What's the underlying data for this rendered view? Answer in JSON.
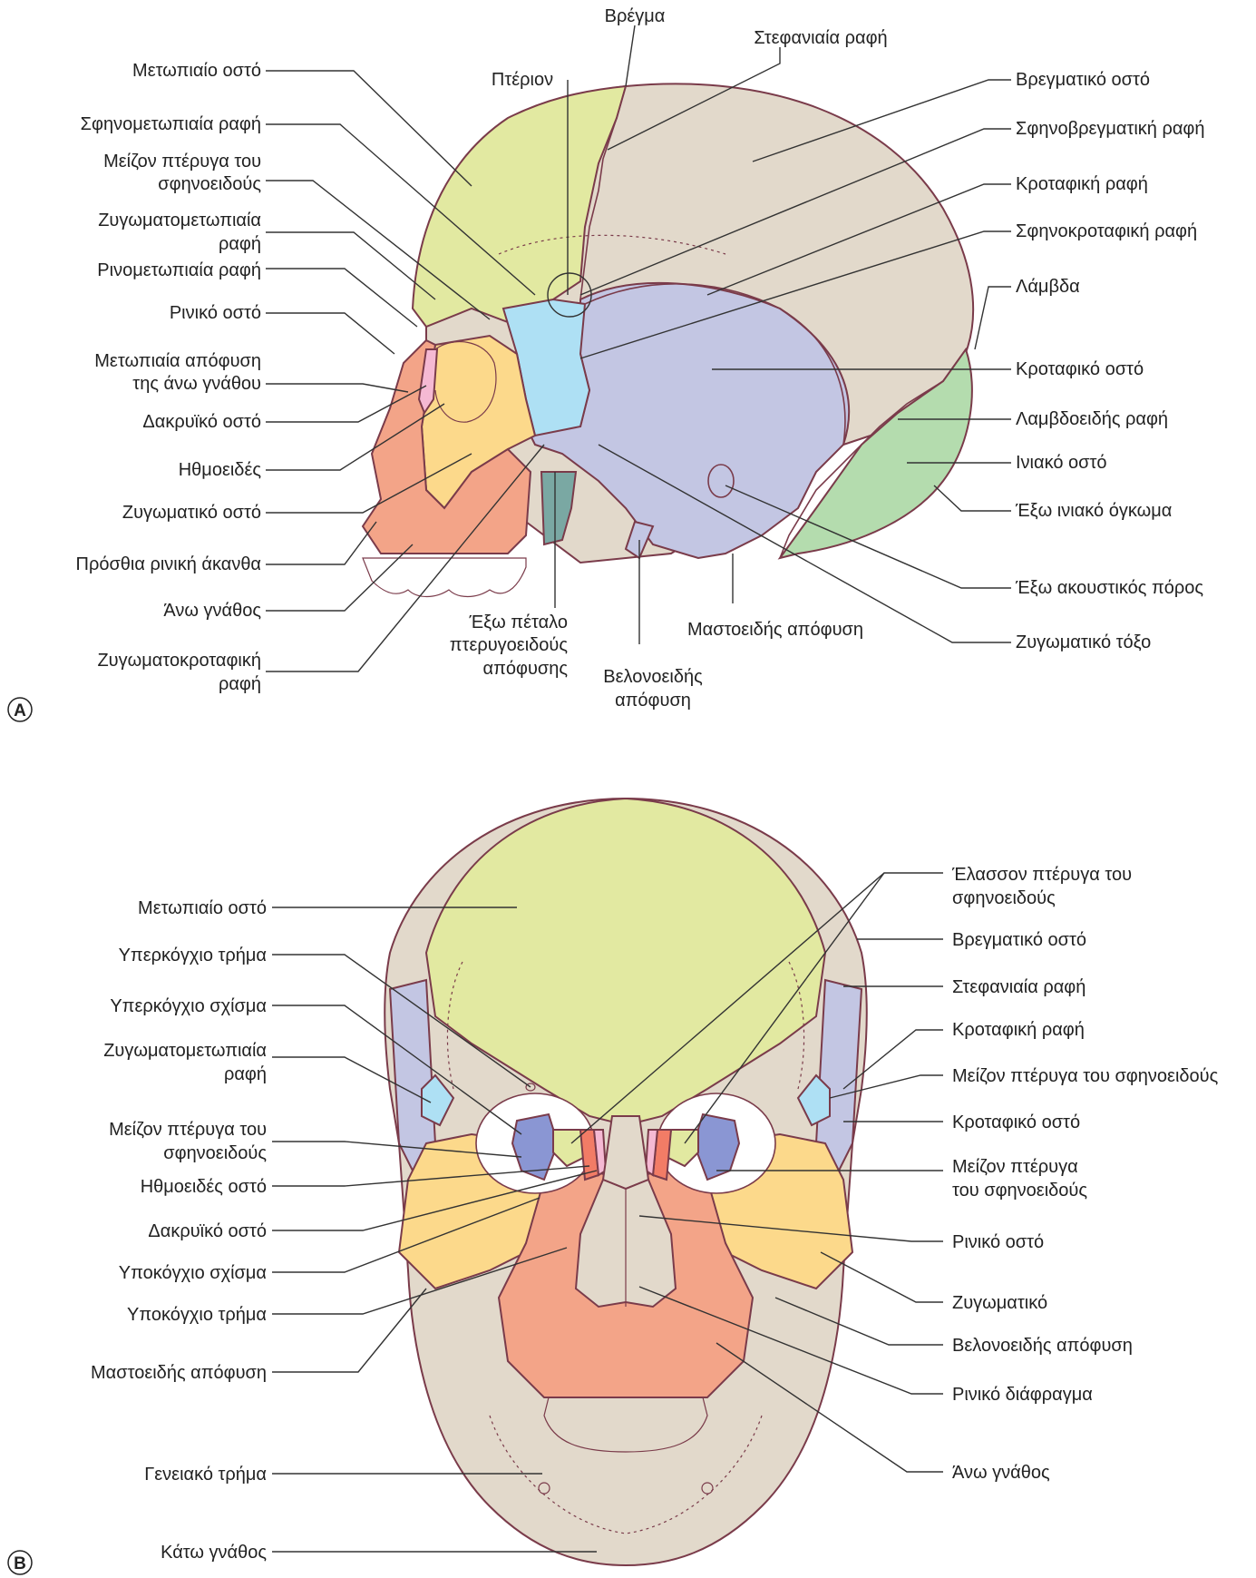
{
  "colors": {
    "frontal": "#e2e9a1",
    "parietal": "#e2d9cb",
    "sphenoid": "#aee0f4",
    "temporal": "#c3c6e3",
    "occipital": "#b4dcae",
    "zygomatic": "#fcd98b",
    "maxilla": "#f3a488",
    "lacrimal": "#f5b9d3",
    "pterygoid": "#7aa8a3",
    "nasal": "#e2d9cb",
    "mandible": "#e2d9cb",
    "ethmoid": "#f27c66",
    "sphenoid_front": "#8a96d3",
    "outline": "#7a3b4a"
  },
  "panel_a": {
    "letter": "A",
    "labels": [
      {
        "text": "Μετωπιαίο οστό"
      },
      {
        "text": "Σφηνομετωπιαία ραφή"
      },
      {
        "text": "Μείζον πτέρυγα του"
      },
      {
        "text": "σφηνοειδούς"
      },
      {
        "text": "Ζυγωματομετωπιαία"
      },
      {
        "text": "ραφή"
      },
      {
        "text": "Ρινομετωπιαία ραφή"
      },
      {
        "text": "Ρινικό οστό"
      },
      {
        "text": "Μετωπιαία απόφυση"
      },
      {
        "text": "της άνω γνάθου"
      },
      {
        "text": "Δακρυϊκό οστό"
      },
      {
        "text": "Ηθμοειδές"
      },
      {
        "text": "Ζυγωματικό οστό"
      },
      {
        "text": "Πρόσθια ρινική άκανθα"
      },
      {
        "text": "Άνω γνάθος"
      },
      {
        "text": "Ζυγωματοκροταφική"
      },
      {
        "text": "ραφή"
      },
      {
        "text": "Βρέγμα"
      },
      {
        "text": "Στεφανιαία ραφή"
      },
      {
        "text": "Πτέριον"
      },
      {
        "text": "Βρεγματικό οστό"
      },
      {
        "text": "Σφηνοβρεγματική ραφή"
      },
      {
        "text": "Κροταφική ραφή"
      },
      {
        "text": "Σφηνοκροταφική ραφή"
      },
      {
        "text": "Λάμβδα"
      },
      {
        "text": "Κροταφικό οστό"
      },
      {
        "text": "Λαμβδοειδής ραφή"
      },
      {
        "text": "Ινιακό οστό"
      },
      {
        "text": "Έξω ινιακό όγκωμα"
      },
      {
        "text": "Έξω ακουστικός πόρος"
      },
      {
        "text": "Ζυγωματικό τόξο"
      },
      {
        "text": "Μαστοειδής απόφυση"
      },
      {
        "text": "Έξω πέταλο"
      },
      {
        "text": "πτερυγοειδούς"
      },
      {
        "text": "απόφυσης"
      },
      {
        "text": "Βελονοειδής"
      },
      {
        "text": "απόφυση"
      }
    ]
  },
  "panel_b": {
    "letter": "B",
    "labels": [
      {
        "text": "Μετωπιαίο οστό"
      },
      {
        "text": "Υπερκόγχιο τρήμα"
      },
      {
        "text": "Υπερκόγχιο σχίσμα"
      },
      {
        "text": "Ζυγωματομετωπιαία"
      },
      {
        "text": "ραφή"
      },
      {
        "text": "Μείζον πτέρυγα του"
      },
      {
        "text": "σφηνοειδούς"
      },
      {
        "text": "Ηθμοειδές οστό"
      },
      {
        "text": "Δακρυϊκό οστό"
      },
      {
        "text": "Υποκόγχιο σχίσμα"
      },
      {
        "text": "Υποκόγχιο τρήμα"
      },
      {
        "text": "Μαστοειδής απόφυση"
      },
      {
        "text": "Γενειακό τρήμα"
      },
      {
        "text": "Κάτω γνάθος"
      },
      {
        "text": "Έλασσον πτέρυγα του"
      },
      {
        "text": "σφηνοειδούς"
      },
      {
        "text": "Βρεγματικό οστό"
      },
      {
        "text": "Στεφανιαία ραφή"
      },
      {
        "text": "Κροταφική ραφή"
      },
      {
        "text": "Μείζον πτέρυγα του σφηνοειδούς"
      },
      {
        "text": "Κροταφικό οστό"
      },
      {
        "text": "Μείζον πτέρυγα"
      },
      {
        "text": "του σφηνοειδούς"
      },
      {
        "text": "Ρινικό οστό"
      },
      {
        "text": "Ζυγωματικό"
      },
      {
        "text": "Βελονοειδής απόφυση"
      },
      {
        "text": "Ρινικό διάφραγμα"
      },
      {
        "text": "Άνω γνάθος"
      }
    ]
  }
}
